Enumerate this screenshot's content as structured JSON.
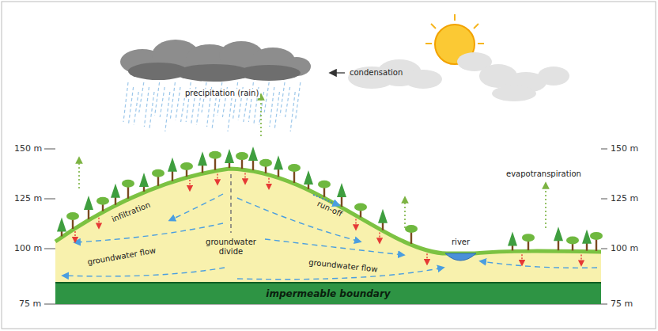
{
  "diagram": {
    "nodes": [
      {
        "text": [
          "impermeable boundary"
        ]
      }
    ],
    "labels": [
      "precipitation (rain)",
      "condensation",
      "150 m",
      "125 m",
      "100 m",
      "75 m",
      "150 m",
      "125 m",
      "100 m",
      "75 m",
      "evapotranspiration",
      "infiltration",
      "run-off",
      "groundwater divide",
      "groundwater flow",
      "groundwater flow",
      "river"
    ]
  }
}
